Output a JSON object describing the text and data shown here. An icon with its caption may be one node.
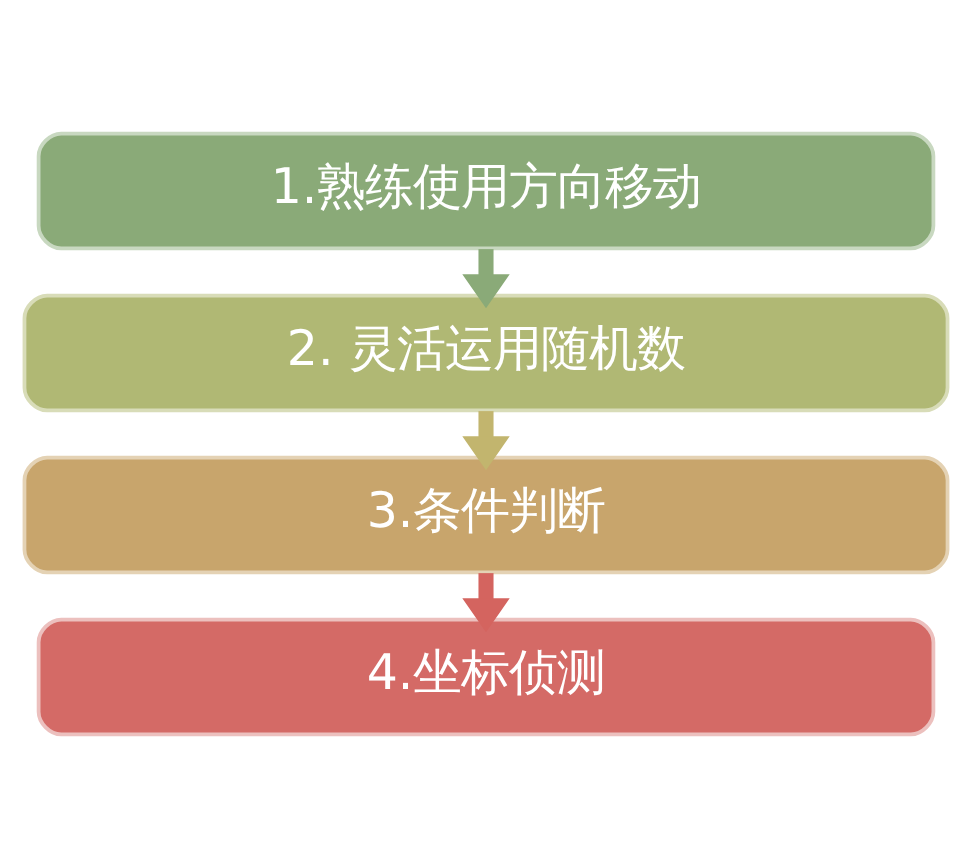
{
  "diagram": {
    "nodes": [
      {
        "text": [
          "1.熟练使用方向移动"
        ]
      },
      {
        "text": [
          "2. 灵活运用随机数"
        ]
      },
      {
        "text": [
          "3.条件判断"
        ]
      },
      {
        "text": [
          "4.坐标侦测"
        ]
      }
    ],
    "edges": [
      {
        "from": 0,
        "to": 1,
        "arrow": "to",
        "color": "#8aaa78"
      },
      {
        "from": 1,
        "to": 2,
        "arrow": "to",
        "color": "#c2b56e"
      },
      {
        "from": 2,
        "to": 3,
        "arrow": "to",
        "color": "#d4645f"
      }
    ]
  }
}
